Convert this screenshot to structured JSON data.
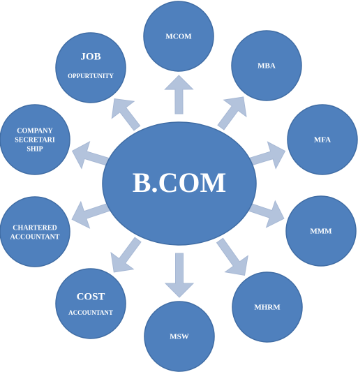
{
  "center": {
    "label": "B.COM",
    "color": "#4f80bd"
  },
  "colors": {
    "node_fill": "#4f80bd",
    "node_stroke": "#3f6ca4",
    "arrow_fill": "#b3c3dc",
    "text": "#ffffff"
  },
  "nodes": [
    {
      "id": "mcom",
      "lines": [
        "MCOM"
      ]
    },
    {
      "id": "mba",
      "lines": [
        "MBA"
      ]
    },
    {
      "id": "mfa",
      "lines": [
        "MFA"
      ]
    },
    {
      "id": "mmm",
      "lines": [
        "MMM"
      ]
    },
    {
      "id": "mhrm",
      "lines": [
        "MHRM"
      ]
    },
    {
      "id": "msw",
      "lines": [
        "MSW"
      ]
    },
    {
      "id": "cost",
      "lines": [
        "COST",
        "ACCOUNTANT"
      ]
    },
    {
      "id": "chartered",
      "lines": [
        "CHARTERED",
        "ACCOUNTANT"
      ]
    },
    {
      "id": "company",
      "lines": [
        "COMPANY",
        "SECRETARI",
        "SHIP"
      ]
    },
    {
      "id": "job",
      "lines": [
        "JOB",
        "OPPURTUNITY"
      ]
    }
  ]
}
